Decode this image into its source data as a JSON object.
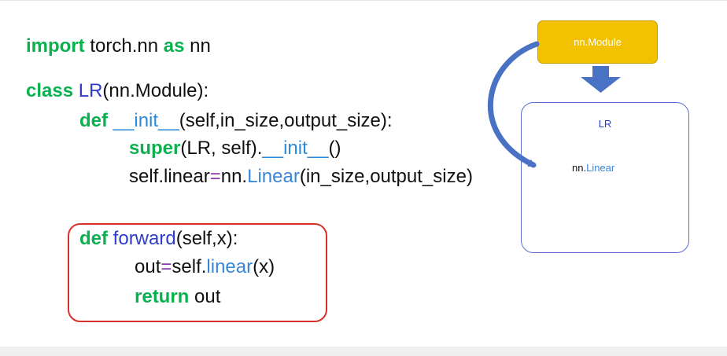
{
  "code": {
    "line1": {
      "kw_import": "import",
      "module": " torch.nn ",
      "kw_as": "as",
      "alias": " nn"
    },
    "line2": {
      "kw_class": "class",
      "class_name": "LR",
      "rest": "(nn.Module):"
    },
    "line3": {
      "kw_def": "def",
      "init": "__init__",
      "params": "(self,in_size,output_size):"
    },
    "line4": {
      "kw_super": "super",
      "args": "(LR, self).",
      "init": "__init__",
      "tail": "()"
    },
    "line5": {
      "self_linear": "self.linear",
      "eq": "=",
      "nn": "nn.",
      "linear": "Linear",
      "args": "(in_size,output_size)"
    },
    "line6": {
      "kw_def": "def",
      "forward": "forward",
      "params": "(self,x):"
    },
    "line7": {
      "out": "out",
      "eq": "=",
      "self_dot": "self.",
      "linear": "linear",
      "args": "(x)"
    },
    "line8": {
      "kw_return": "return",
      "value": " out"
    }
  },
  "diagram": {
    "module_label": "nn.Module",
    "lr_label": "LR",
    "linear_prefix": "nn.",
    "linear_name": "Linear"
  },
  "colors": {
    "keyword": "#0bb04f",
    "class_name": "#2d3cc9",
    "function": "#3a86d6",
    "operator": "#8b3bb0",
    "highlight_border": "#d7302a",
    "module_fill": "#f2c200",
    "arrow": "#4a72c4"
  }
}
